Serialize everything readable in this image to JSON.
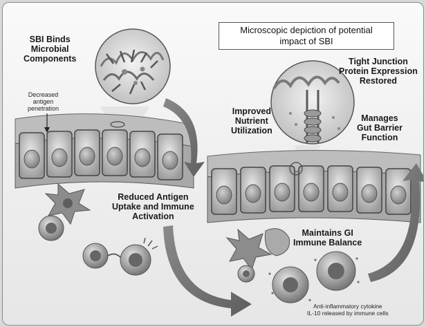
{
  "title": {
    "line1": "Microscopic depiction of potential",
    "line2": "impact of SBI"
  },
  "labels": {
    "sbi_binds": [
      "SBI Binds",
      "Microbial",
      "Components"
    ],
    "decreased_antigen": [
      "Decreased",
      "antigen",
      "penetration"
    ],
    "tight_junction": [
      "Tight Junction",
      "Protein Expression",
      "Restored"
    ],
    "improved_nutrient": [
      "Improved",
      "Nutrient",
      "Utilization"
    ],
    "manages_barrier": [
      "Manages",
      "Gut Barrier",
      "Function"
    ],
    "reduced_antigen": [
      "Reduced Antigen",
      "Uptake and Immune",
      "Activation"
    ],
    "maintains_gi": [
      "Maintains GI",
      "Immune Balance"
    ],
    "cytokine": [
      "Anti-inflammatory cytokine",
      "IL-10 released by immune cells"
    ]
  },
  "colors": {
    "arrow": "#6f6f6f",
    "tissue": "#a8a8a8",
    "cell_fill": "#c9c9c9",
    "outline": "#4a4a4a"
  }
}
